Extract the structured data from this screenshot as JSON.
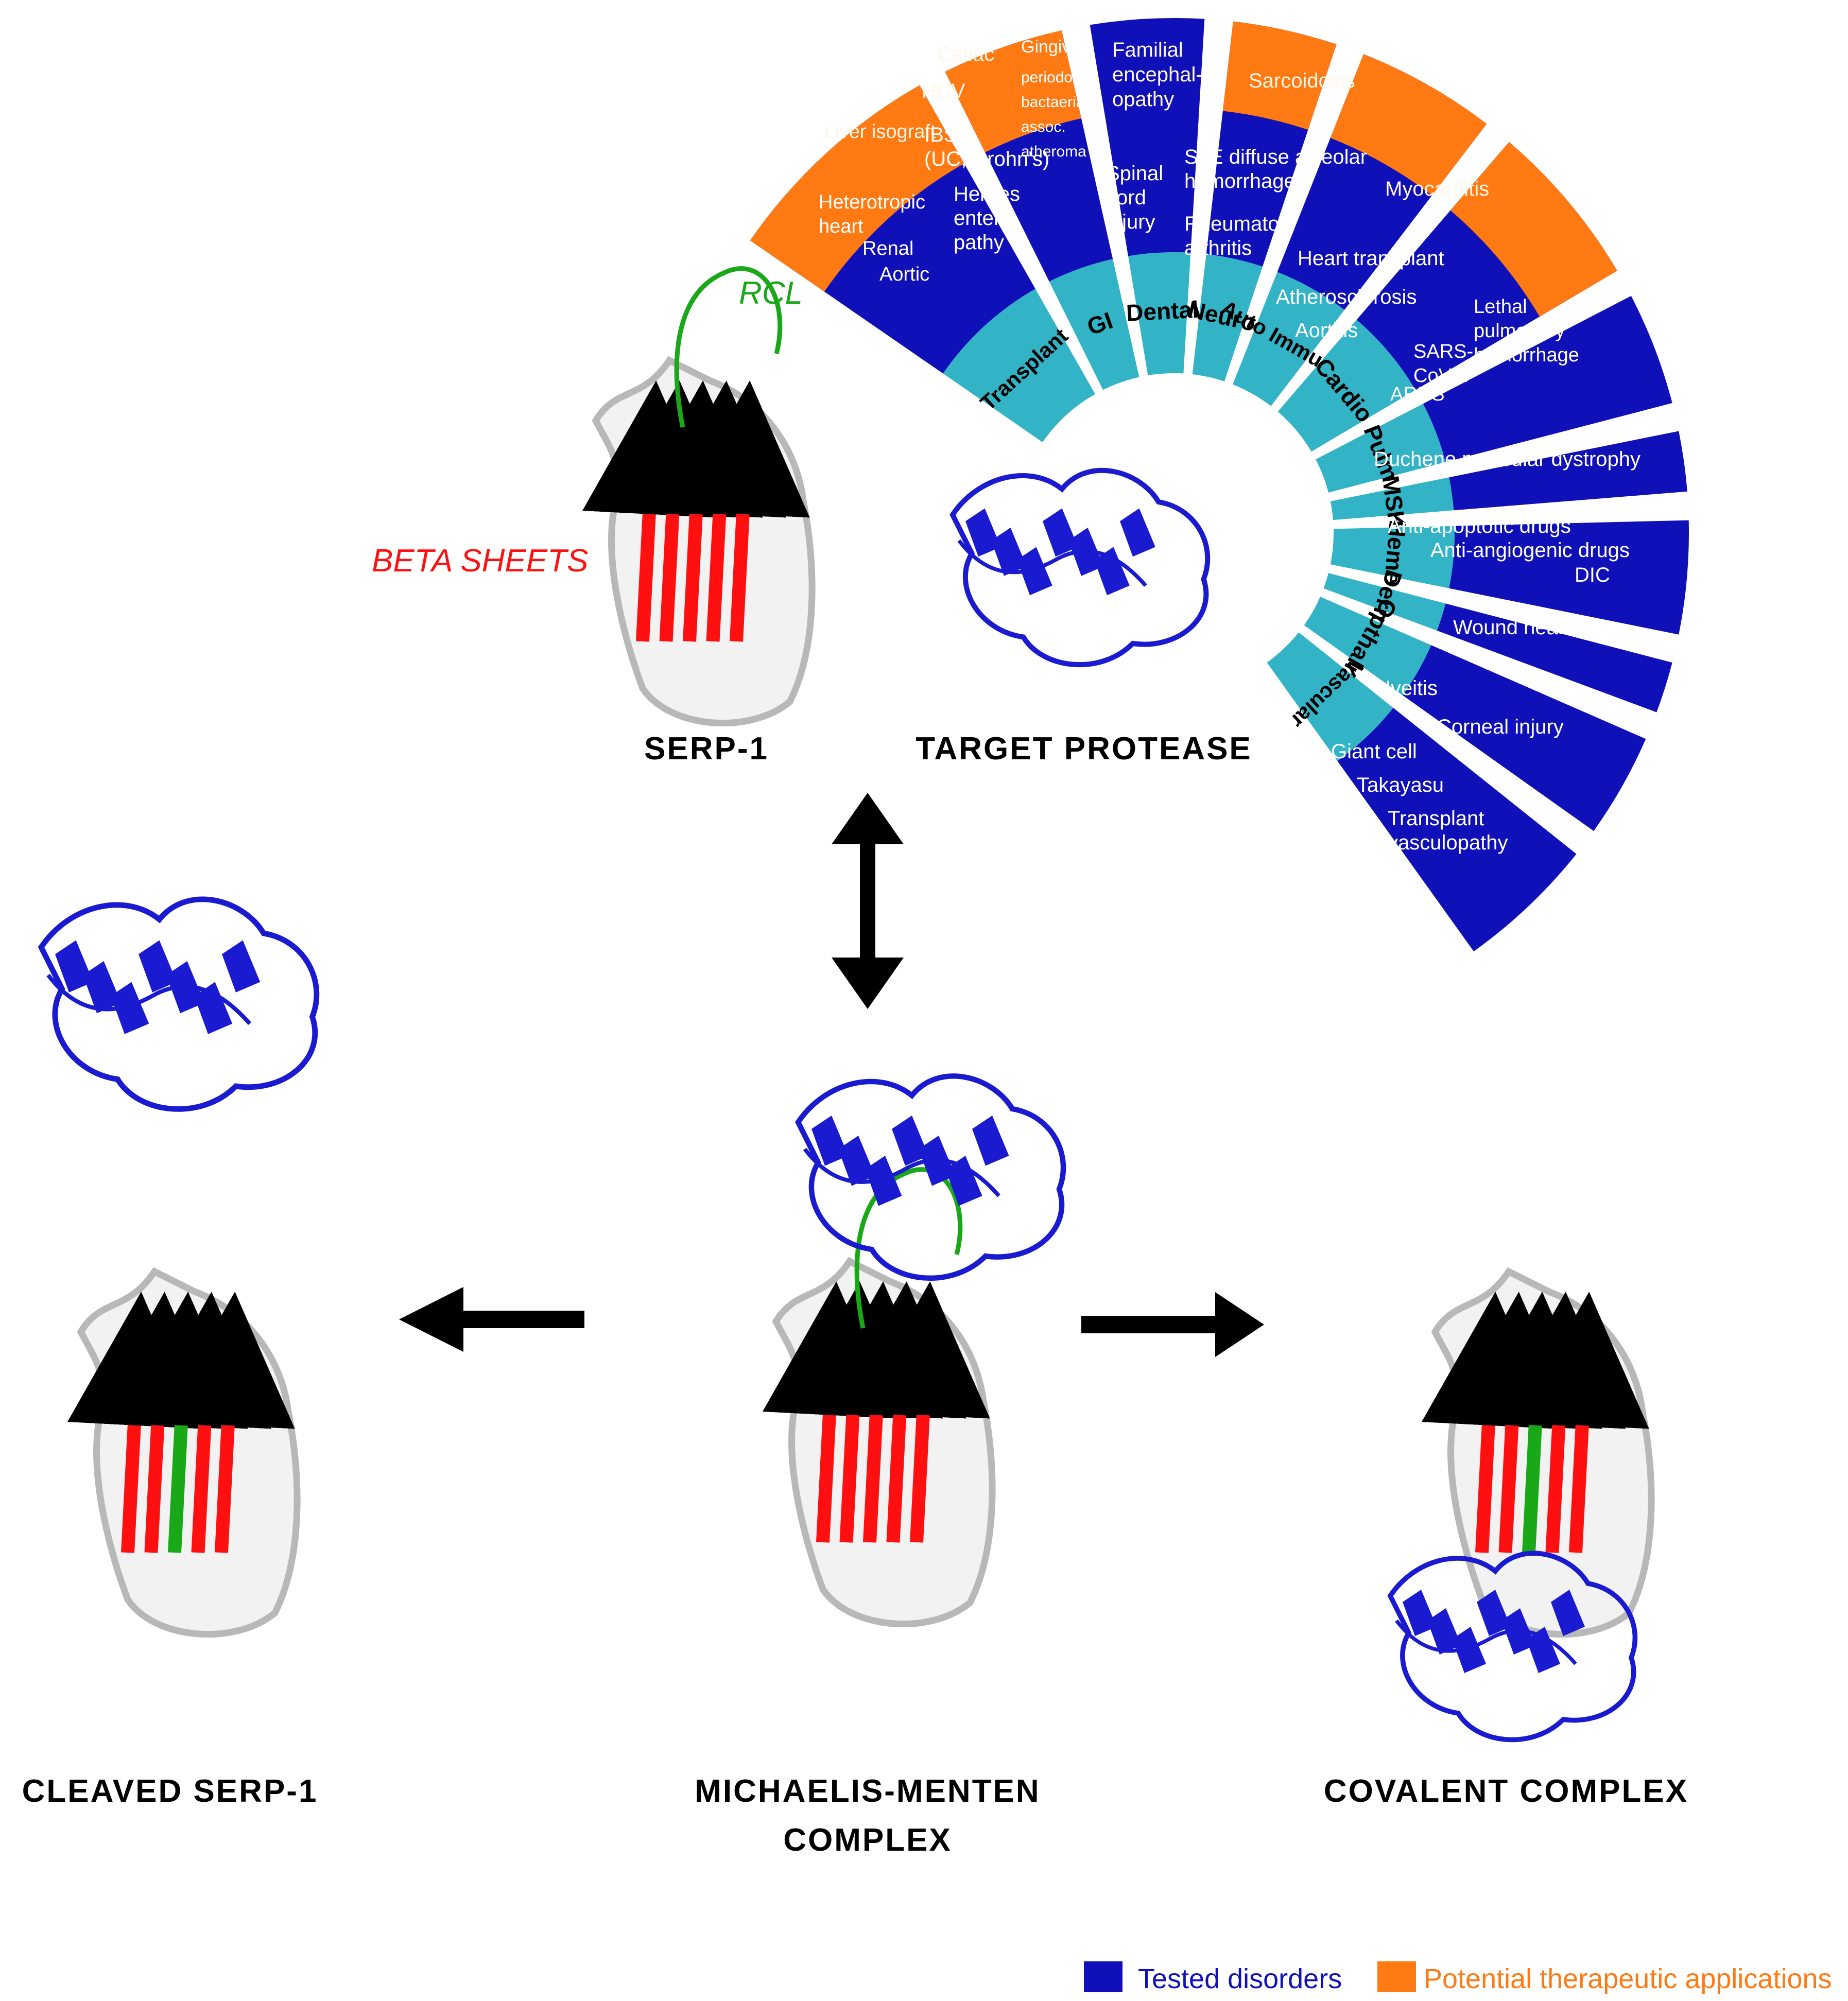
{
  "colors": {
    "tested": "#1010b8",
    "potential": "#ff7a12",
    "category_ring": "#33b3c6",
    "beta_sheet": "#ff1010",
    "rcl": "#18a818",
    "protease": "#1a1ad0",
    "scaffold": "#b8b8b8",
    "arrow": "#000000"
  },
  "labels": {
    "rcl": "RCL",
    "beta_sheets": "BETA SHEETS",
    "serp1": "SERP-1",
    "target_protease": "TARGET PROTEASE",
    "cleaved": "CLEAVED SERP-1",
    "mm_line1": "MICHAELIS-MENTEN",
    "mm_line2": "COMPLEX",
    "covalent": "COVALENT COMPLEX"
  },
  "legend": {
    "tested": "Tested disorders",
    "potential": "Potential therapeutic applications"
  },
  "fan": {
    "sectors": [
      {
        "category": "Transplant",
        "potential": [
          "Liver isograft"
        ],
        "tested": [
          "Heterotropic",
          "heart",
          "Renal",
          "Aortic"
        ]
      },
      {
        "category": "GI",
        "potential": [
          "Celiac",
          "HCV"
        ],
        "tested": [
          "IBS",
          "(UC, Crohn's)",
          "Herpes",
          "entero-",
          "pathy"
        ]
      },
      {
        "category": "Dental",
        "potential": [],
        "tested": [
          "Gingivitis",
          "periodontal",
          "bactaeria",
          "assoc.",
          "atheroma"
        ]
      },
      {
        "category": "Neuro",
        "potential": [
          "Familial",
          "encephal-",
          "opathy"
        ],
        "tested": [
          "Spinal",
          "cord",
          "injury"
        ]
      },
      {
        "category": "Auto Immune",
        "potential": [
          "Sarcoidosis"
        ],
        "tested": [
          "SLE diffuse alveolar",
          "hemorrhage",
          "Rheumatoid",
          "arthritis"
        ]
      },
      {
        "category": "Cardio",
        "potential": [
          "Myocarditis"
        ],
        "tested": [
          "Heart transplant",
          "Atherosclerosis",
          "Aortitis"
        ]
      },
      {
        "category": "Pulm",
        "potential": [],
        "tested": [
          "Lethal",
          "pulmonary",
          "hemorrhage",
          "SARS-",
          "CoV-2",
          "ARDS"
        ]
      },
      {
        "category": "MSK",
        "potential": [],
        "tested": [
          "Duchene muscular dystrophy"
        ]
      },
      {
        "category": "Heme",
        "potential": [],
        "tested": [
          "Anti-apoptotic drugs",
          "Anti-angiogenic drugs",
          "DIC"
        ]
      },
      {
        "category": "Derm",
        "potential": [],
        "tested": [
          "Wound healing"
        ]
      },
      {
        "category": "Opthalm",
        "potential": [],
        "tested": [
          "Uveitis",
          "Corneal injury"
        ]
      },
      {
        "category": "Vascular",
        "potential": [],
        "tested": [
          "Giant cell",
          "Takayasu",
          "Transplant",
          "vasculopathy"
        ]
      }
    ]
  }
}
